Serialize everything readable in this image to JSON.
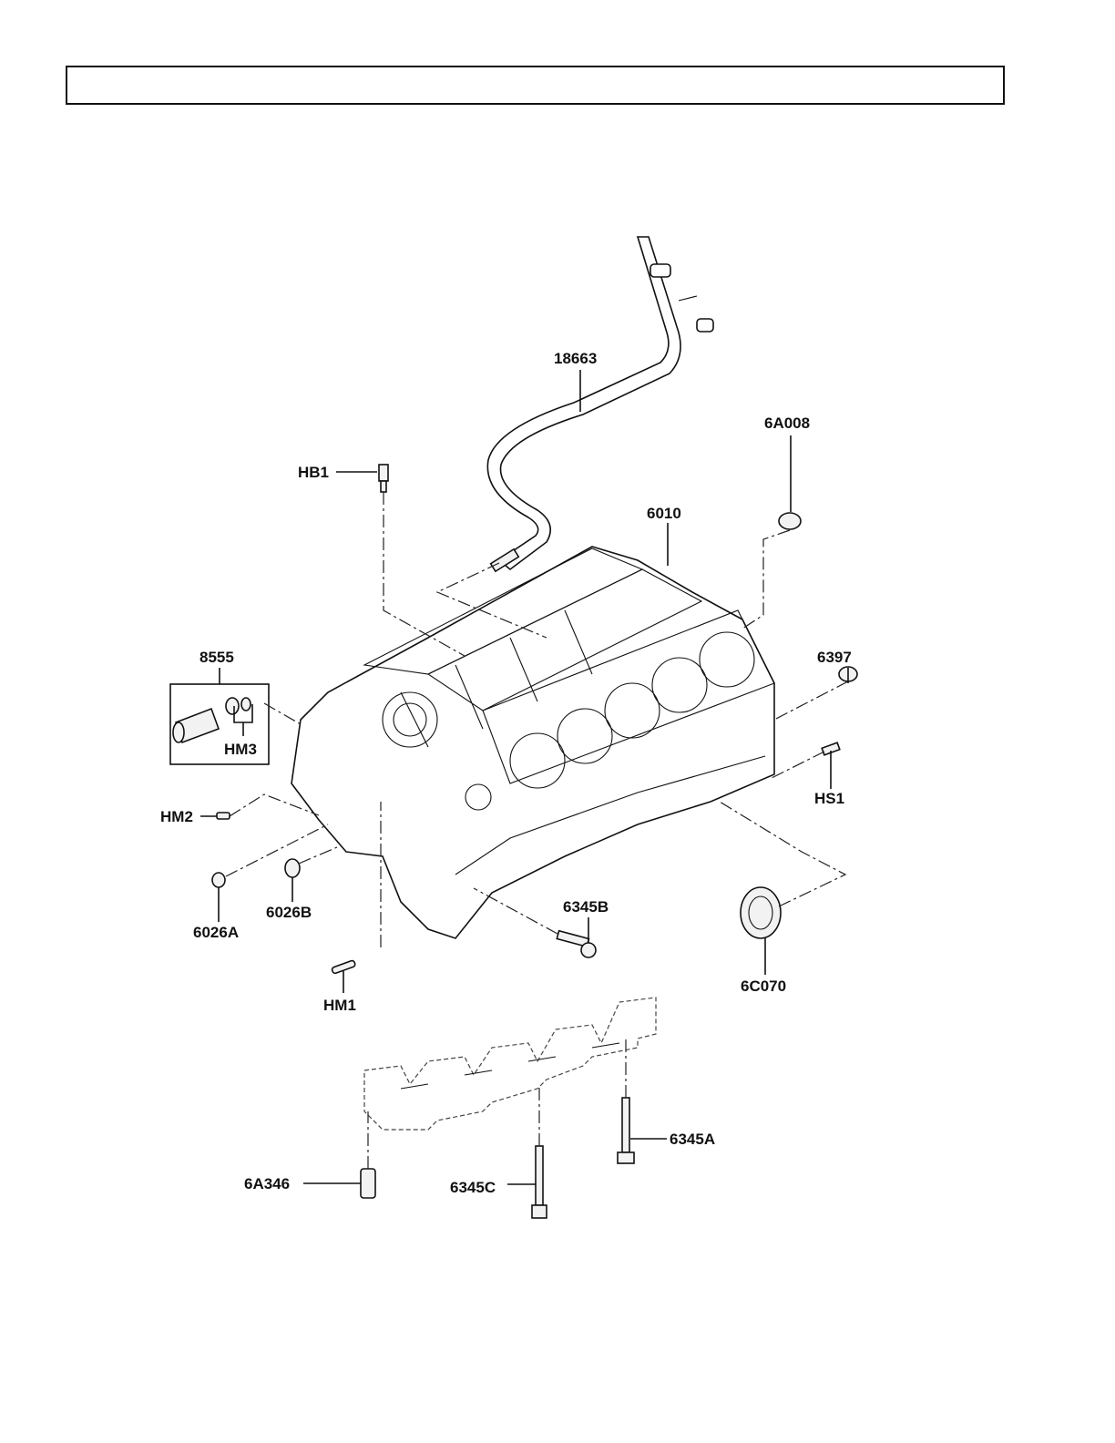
{
  "header": {
    "title": ""
  },
  "labels": {
    "p18663": "18663",
    "p6A008": "6A008",
    "pHB1": "HB1",
    "p6010": "6010",
    "p8555": "8555",
    "pHM3": "HM3",
    "p6397": "6397",
    "pHS1": "HS1",
    "pHM2": "HM2",
    "p6026A": "6026A",
    "p6026B": "6026B",
    "p6345B": "6345B",
    "p6C070": "6C070",
    "pHM1": "HM1",
    "p6345A": "6345A",
    "p6A346": "6A346",
    "p6345C": "6345C"
  }
}
